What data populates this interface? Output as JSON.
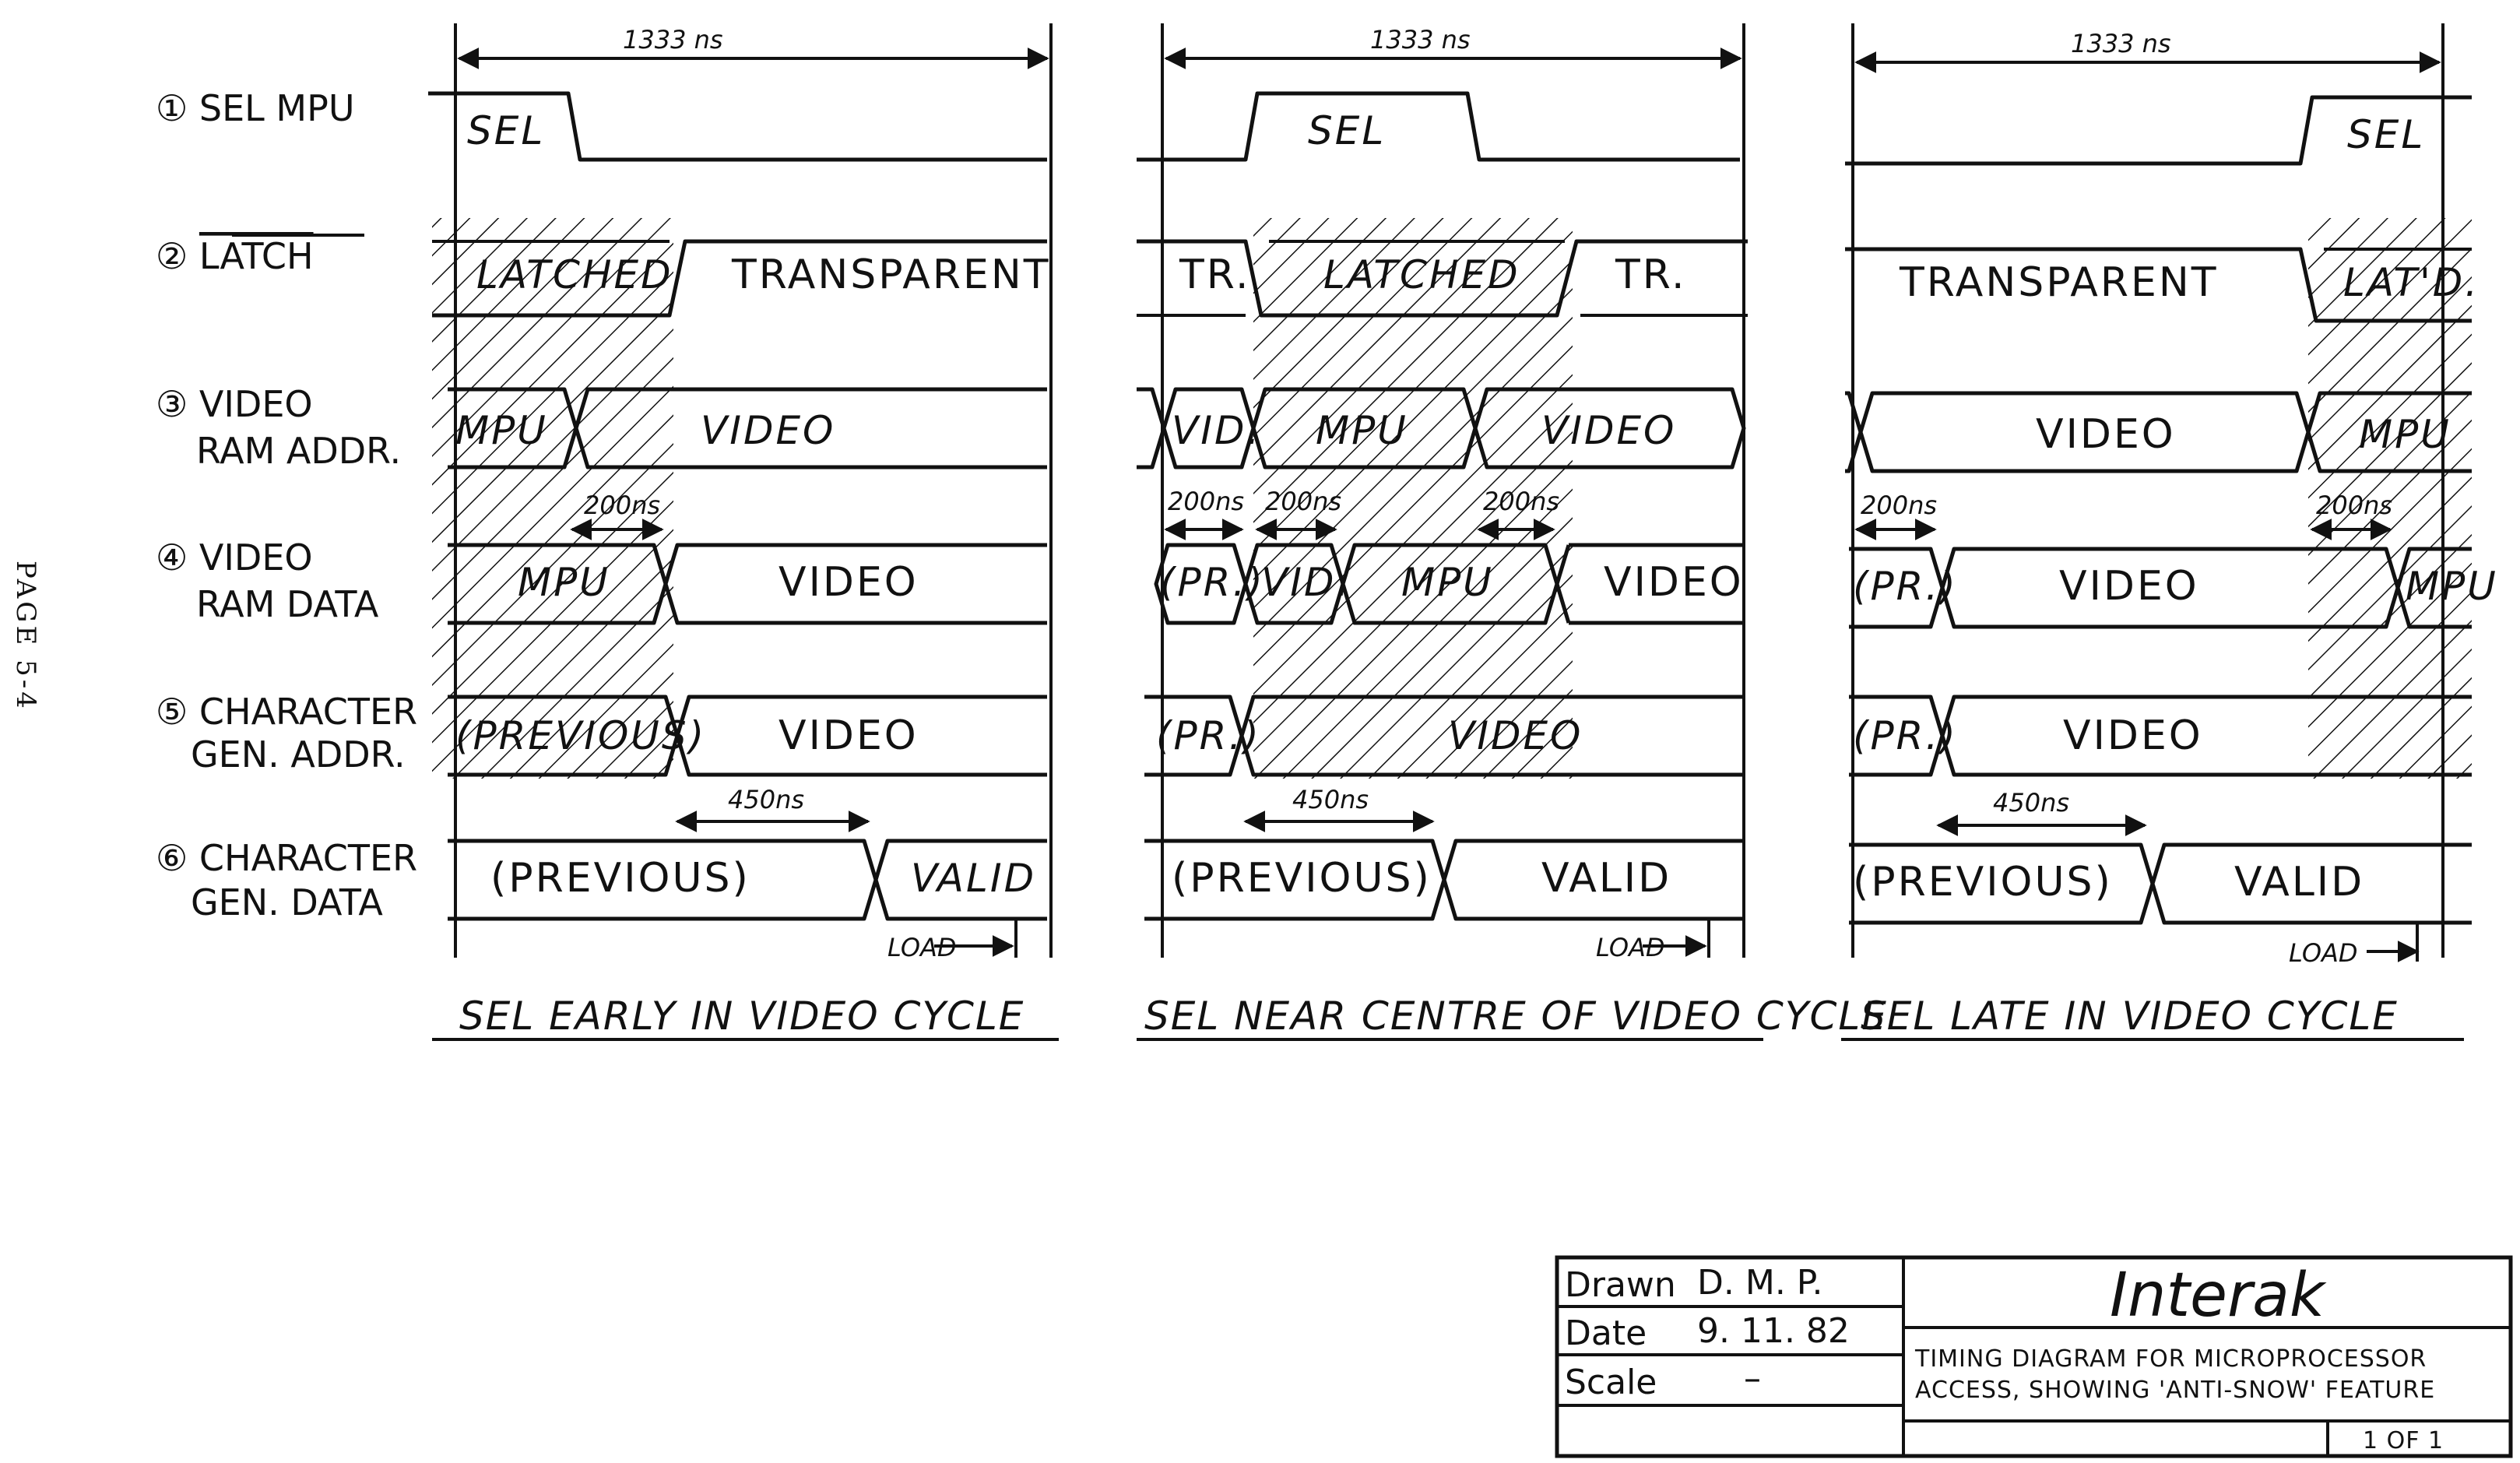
{
  "page_label": "PAGE 5-4",
  "signals": [
    {
      "num": "①",
      "name": "SEL MPU",
      "line2": ""
    },
    {
      "num": "②",
      "name": "LATCH",
      "line2": ""
    },
    {
      "num": "③",
      "name": "VIDEO",
      "line2": "RAM ADDR."
    },
    {
      "num": "④",
      "name": "VIDEO",
      "line2": "RAM DATA"
    },
    {
      "num": "⑤",
      "name": "CHARACTER",
      "line2": "GEN. ADDR."
    },
    {
      "num": "⑥",
      "name": "CHARACTER",
      "line2": "GEN. DATA"
    }
  ],
  "panels": [
    {
      "period": "1333 ns",
      "caption": "SEL EARLY IN VIDEO CYCLE",
      "sel": "SEL",
      "latch_a": "LATCHED",
      "latch_b": "TRANSPARENT",
      "latch_c": "",
      "addr_a": "MPU",
      "addr_b": "VIDEO",
      "addr_c": "",
      "data_a": "",
      "data_b": "MPU",
      "data_c": "VIDEO",
      "cga_a": "(PREVIOUS)",
      "cga_b": "VIDEO",
      "cgd_a": "(PREVIOUS)",
      "cgd_b": "VALID",
      "t200": [
        "200ns"
      ],
      "t450": "450ns",
      "load": "LOAD"
    },
    {
      "period": "1333 ns",
      "caption": "SEL NEAR CENTRE OF VIDEO CYCLE",
      "sel": "SEL",
      "latch_a": "TR.",
      "latch_b": "LATCHED",
      "latch_c": "TR.",
      "addr_a": "VID.",
      "addr_b": "MPU",
      "addr_c": "VIDEO",
      "data_a": "(PR.)",
      "data_b": "VID.",
      "data_c": "MPU",
      "data_d": "VIDEO",
      "cga_a": "(PR.)",
      "cga_b": "VIDEO",
      "cgd_a": "(PREVIOUS)",
      "cgd_b": "VALID",
      "t200": [
        "200ns",
        "200ns",
        "200ns"
      ],
      "t450": "450ns",
      "load": "LOAD"
    },
    {
      "period": "1333 ns",
      "caption": "SEL LATE IN VIDEO CYCLE",
      "sel": "SEL",
      "latch_a": "TRANSPARENT",
      "latch_b": "LAT'D.",
      "latch_c": "",
      "addr_a": "VIDEO",
      "addr_b": "MPU",
      "addr_c": "",
      "data_a": "(PR.)",
      "data_b": "VIDEO",
      "data_c": "MPU",
      "cga_a": "(PR.)",
      "cga_b": "VIDEO",
      "cgd_a": "(PREVIOUS)",
      "cgd_b": "VALID",
      "t200": [
        "200ns",
        "200ns"
      ],
      "t450": "450ns",
      "load": "LOAD"
    }
  ],
  "title_block": {
    "drawn_label": "Drawn",
    "drawn_value": "D. M. P.",
    "date_label": "Date",
    "date_value": "9. 11. 82",
    "scale_label": "Scale",
    "scale_value": "–",
    "brand": "Interak",
    "title_line1": "TIMING DIAGRAM FOR MICROPROCESSOR",
    "title_line2": "ACCESS, SHOWING 'ANTI-SNOW' FEATURE",
    "sheet": "1 OF 1"
  }
}
